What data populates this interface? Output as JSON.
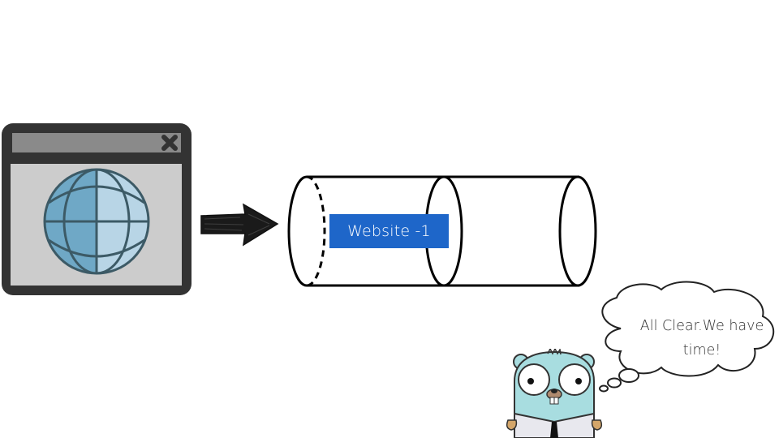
{
  "browser_window": {
    "icon": "browser-globe-icon",
    "close_icon": "close-x-icon",
    "colors": {
      "frame": "#333333",
      "titlebar": "#8a8a8a",
      "content": "#cccccc",
      "globe_dark": "#6fa8c6",
      "globe_light": "#b8d5e6",
      "globe_lines": "#3c5a66"
    }
  },
  "arrow": {
    "icon": "hand-drawn-arrow-right-icon",
    "direction": "right"
  },
  "pipe": {
    "type": "cylinder-queue",
    "items": [
      {
        "label": "Website -1",
        "color": "#1e66c9"
      }
    ]
  },
  "mascot": {
    "icon": "gopher-mascot-icon",
    "thought": "All Clear.We have time!",
    "thought_line1": "All Clear.We have",
    "thought_line2": "time!"
  }
}
